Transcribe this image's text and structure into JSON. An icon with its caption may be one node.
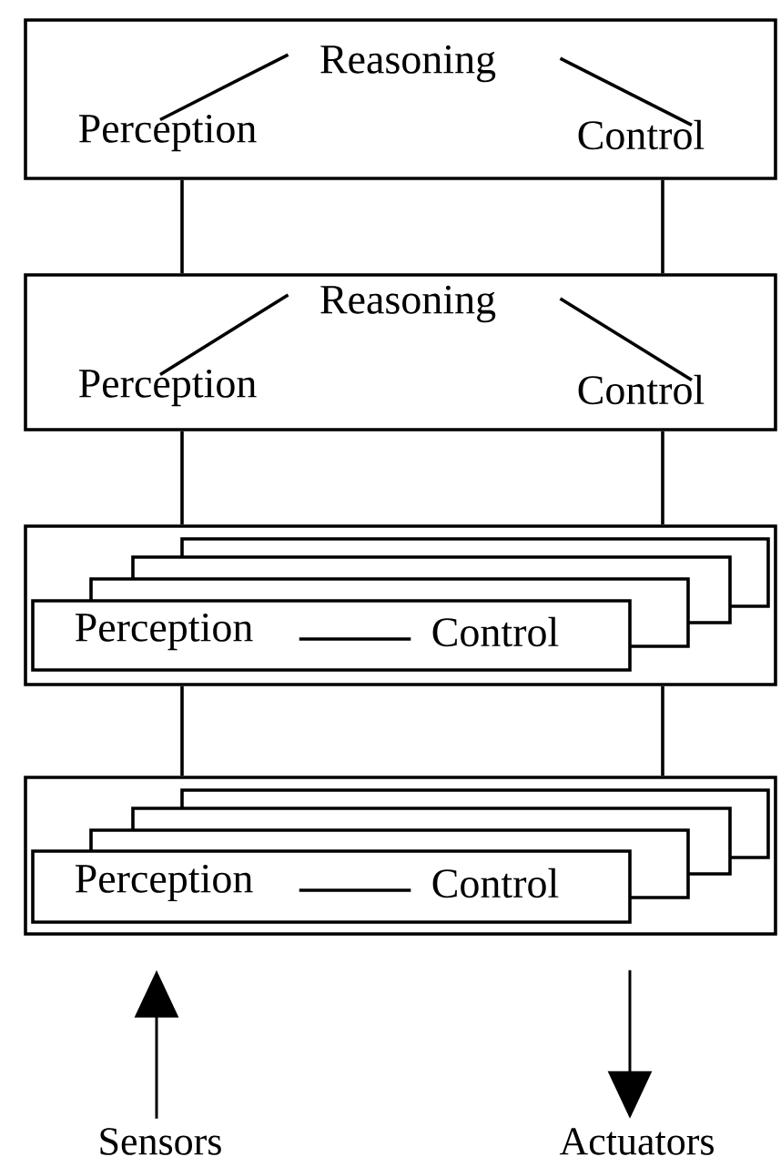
{
  "diagram": {
    "nodes": [
      {
        "text": [],
        "shape": "box"
      },
      {
        "text": [
          "Reasoning"
        ],
        "in": 0
      },
      {
        "text": [
          "Perception"
        ],
        "in": 0
      },
      {
        "text": [
          "Control"
        ],
        "in": 0
      },
      {
        "text": [],
        "shape": "box"
      },
      {
        "text": [
          "Reasoning"
        ],
        "in": 4
      },
      {
        "text": [
          "Perception"
        ],
        "in": 4
      },
      {
        "text": [
          "Control"
        ],
        "in": 4
      },
      {
        "text": [],
        "shape": "box"
      },
      {
        "text": [],
        "shape": "box",
        "in": 8
      },
      {
        "text": [
          "Perception"
        ],
        "in": 9
      },
      {
        "text": [
          "Control"
        ],
        "in": 9
      },
      {
        "text": [],
        "shape": "box"
      },
      {
        "text": [],
        "shape": "box",
        "in": 12
      },
      {
        "text": [
          "Perception"
        ],
        "in": 13
      },
      {
        "text": [
          "Control"
        ],
        "in": 13
      },
      {
        "text": [
          "Sensors"
        ]
      },
      {
        "text": [
          "Actuators"
        ]
      }
    ],
    "edges": [
      {
        "from": 2,
        "to": 1,
        "arrow": "none"
      },
      {
        "from": 1,
        "to": 3,
        "arrow": "none"
      },
      {
        "from": 0,
        "to": 4,
        "arrow": "none"
      },
      {
        "from": 0,
        "to": 4,
        "arrow": "none"
      },
      {
        "from": 6,
        "to": 5,
        "arrow": "none"
      },
      {
        "from": 5,
        "to": 7,
        "arrow": "none"
      },
      {
        "from": 4,
        "to": 8,
        "arrow": "none"
      },
      {
        "from": 4,
        "to": 8,
        "arrow": "none"
      },
      {
        "from": 10,
        "to": 11,
        "arrow": "none"
      },
      {
        "from": 8,
        "to": 12,
        "arrow": "none"
      },
      {
        "from": 8,
        "to": 12,
        "arrow": "none"
      },
      {
        "from": 14,
        "to": 15,
        "arrow": "none"
      },
      {
        "from": 16,
        "to": 12,
        "arrow": "to"
      },
      {
        "from": 12,
        "to": 17,
        "arrow": "to"
      }
    ]
  }
}
